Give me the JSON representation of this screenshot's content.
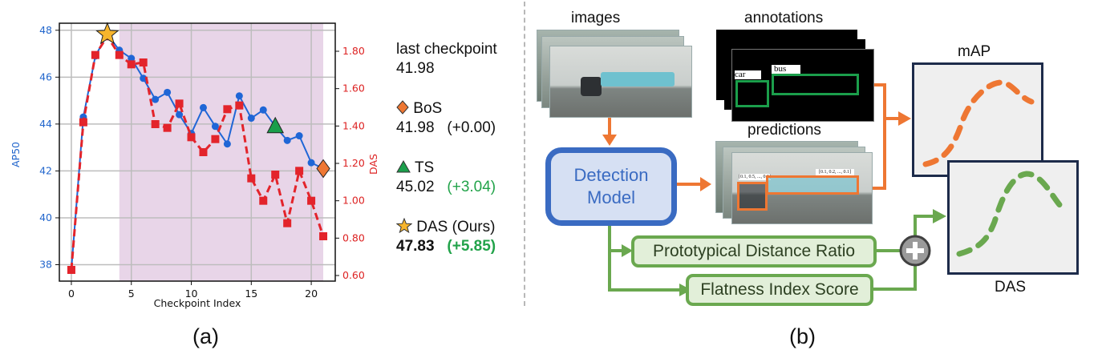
{
  "panel_a": {
    "caption": "(a)",
    "chart_data": {
      "type": "line",
      "title": "",
      "xlabel": "Checkpoint Index",
      "ylabel": "AP50",
      "ylabel_right": "DAS",
      "x": [
        0,
        1,
        2,
        3,
        4,
        5,
        6,
        7,
        8,
        9,
        10,
        11,
        12,
        13,
        14,
        15,
        16,
        17,
        18,
        19,
        20,
        21
      ],
      "xlim": [
        -1,
        22
      ],
      "ylim": [
        37.3,
        48.3
      ],
      "ylim_right": [
        0.57,
        1.95
      ],
      "xticks": [
        "0",
        "5",
        "10",
        "15",
        "20"
      ],
      "yticks": [
        "38",
        "40",
        "42",
        "44",
        "46",
        "48"
      ],
      "yticks_right": [
        "0.60",
        "0.80",
        "1.00",
        "1.20",
        "1.40",
        "1.60",
        "1.80"
      ],
      "grid": true,
      "shaded_region": {
        "x_from": 4,
        "x_to": 21,
        "color": "#e8d5e8"
      },
      "series": [
        {
          "name": "AP50",
          "axis": "left",
          "color": "#1f66d6",
          "marker": "circle",
          "linestyle": "solid",
          "values": [
            37.8,
            44.3,
            46.9,
            47.83,
            47.15,
            46.8,
            45.95,
            45.05,
            45.35,
            44.4,
            43.6,
            44.7,
            43.9,
            43.15,
            45.2,
            44.25,
            44.6,
            43.9,
            43.3,
            43.5,
            42.35,
            42.1
          ]
        },
        {
          "name": "DAS",
          "axis": "right",
          "color": "#e3242b",
          "marker": "square",
          "linestyle": "dashed",
          "values": [
            0.63,
            1.42,
            1.78,
            1.88,
            1.78,
            1.73,
            1.74,
            1.41,
            1.39,
            1.52,
            1.34,
            1.26,
            1.33,
            1.49,
            1.51,
            1.12,
            1.0,
            1.14,
            0.88,
            1.16,
            1.0,
            0.81
          ]
        }
      ],
      "annotations": [
        {
          "label": "DAS (Ours)",
          "marker": "star",
          "color": "#f7b52c",
          "x": 3,
          "y": 47.83
        },
        {
          "label": "TS",
          "marker": "triangle",
          "color": "#1b9e4b",
          "x": 17,
          "y": 43.9
        },
        {
          "label": "BoS",
          "marker": "diamond",
          "color": "#ee7733",
          "x": 21,
          "y": 42.1
        }
      ]
    },
    "legend": [
      {
        "title": "last checkpoint",
        "value": "41.98",
        "delta": "",
        "icon": "none"
      },
      {
        "title": "BoS",
        "value": "41.98",
        "delta": "(+0.00)",
        "icon": "diamond-icon",
        "icon_color": "#ee7733",
        "delta_color": "#111111"
      },
      {
        "title": "TS",
        "value": "45.02",
        "delta": "(+3.04)",
        "icon": "triangle-icon",
        "icon_color": "#1b9e4b",
        "delta_color": "#22a34a"
      },
      {
        "title": "DAS (Ours)",
        "value": "47.83",
        "delta": "(+5.85)",
        "icon": "star-icon",
        "icon_color": "#f7b52c",
        "delta_color": "#22a34a",
        "bold": true
      }
    ]
  },
  "panel_b": {
    "caption": "(b)",
    "images_label": "images",
    "annotations_label": "annotations",
    "predictions_label": "predictions",
    "detection_model": [
      "Detection",
      "Model"
    ],
    "pdr_label": "Prototypical Distance Ratio",
    "fis_label": "Flatness Index Score",
    "map_label": "mAP",
    "das_label": "DAS",
    "annotation_boxes": [
      {
        "label": "car"
      },
      {
        "label": "bus"
      }
    ],
    "prediction_boxes": [
      {
        "label": "[0.1, 0.5, ..., 0.1]"
      },
      {
        "label": "[0.1, 0.2, ..., 0.1]"
      }
    ],
    "colors": {
      "orange": "#ee7733",
      "green": "#6aa84f",
      "blue": "#3a6bc2",
      "navy": "#1d2b4a"
    }
  }
}
